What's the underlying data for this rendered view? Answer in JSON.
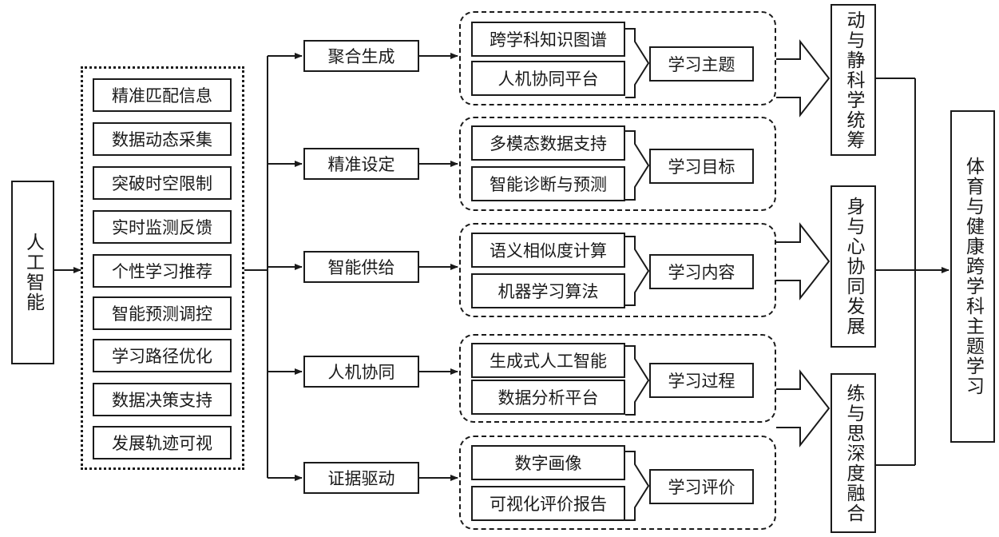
{
  "source": {
    "label": "人工智能"
  },
  "features": [
    "精准匹配信息",
    "数据动态采集",
    "突破时空限制",
    "实时监测反馈",
    "个性学习推荐",
    "智能预测调控",
    "学习路径优化",
    "数据决策支持",
    "发展轨迹可视"
  ],
  "rows": [
    {
      "action": "聚合生成",
      "tools": [
        "跨学科知识图谱",
        "人机协同平台"
      ],
      "outcome": "学习主题"
    },
    {
      "action": "精准设定",
      "tools": [
        "多模态数据支持",
        "智能诊断与预测"
      ],
      "outcome": "学习目标"
    },
    {
      "action": "智能供给",
      "tools": [
        "语义相似度计算",
        "机器学习算法"
      ],
      "outcome": "学习内容"
    },
    {
      "action": "人机协同",
      "tools": [
        "生成式人工智能",
        "数据分析平台"
      ],
      "outcome": "学习过程"
    },
    {
      "action": "证据驱动",
      "tools": [
        "数字画像",
        "可视化评价报告"
      ],
      "outcome": "学习评价"
    }
  ],
  "integrations": [
    "动与静科学统筹",
    "身与心协同发展",
    "练与思深度融合"
  ],
  "target": {
    "label": "体育与健康跨学科主题学习"
  }
}
